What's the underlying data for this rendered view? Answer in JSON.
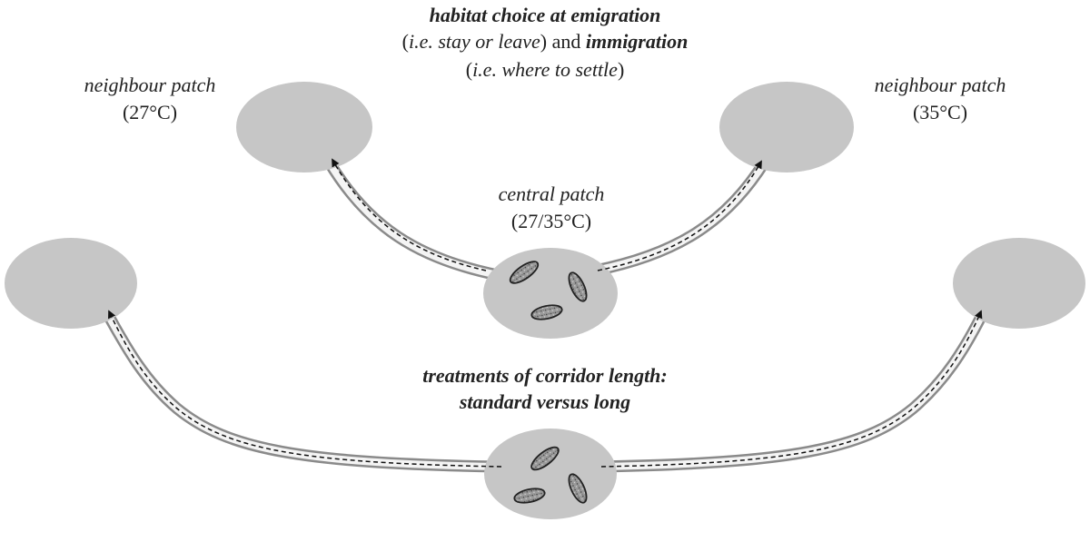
{
  "header": {
    "line1_bold": "habitat choice at emigration",
    "line2_open": "(",
    "line2_italic": "i.e. stay or leave",
    "line2_mid": ") and ",
    "line2_bold": "immigration",
    "line3_open": "(",
    "line3_italic": "i.e. where to settle",
    "line3_close": ")"
  },
  "left_patch": {
    "title": "neighbour patch",
    "temp": "(27°C)"
  },
  "right_patch": {
    "title": "neighbour patch",
    "temp": "(35°C)"
  },
  "central_patch": {
    "title": "central patch",
    "temp": "(27/35°C)"
  },
  "treatments": {
    "line1": "treatments of corridor length:",
    "line2": "standard versus long"
  },
  "colors": {
    "patch": "#c6c6c6",
    "corridor_edge": "#8a8a8a",
    "corridor_fill": "#f4f4f4",
    "arrow": "#111111"
  }
}
